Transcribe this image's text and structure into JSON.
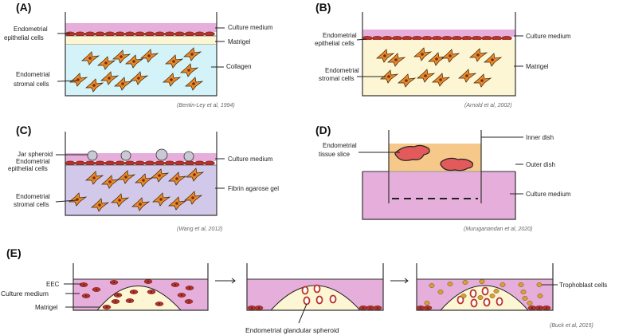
{
  "panels": {
    "a": {
      "title": "(A)",
      "labels": {
        "epithelial_1": "Endometrial",
        "epithelial_2": "epithelial cells",
        "stromal_1": "Endometrial",
        "stromal_2": "stromal cells",
        "medium": "Culture medium",
        "matrigel": "Matrigel",
        "collagen": "Collagen"
      },
      "citation": "(Bentin-Ley et al, 1994)"
    },
    "b": {
      "title": "(B)",
      "labels": {
        "epithelial_1": "Endometrial",
        "epithelial_2": "epithelial cells",
        "stromal_1": "Endometrial",
        "stromal_2": "stromal cells",
        "medium": "Culture medium",
        "matrigel": "Matrigel"
      },
      "citation": "(Arnold et al, 2002)"
    },
    "c": {
      "title": "(C)",
      "labels": {
        "spheroid": "Jar spheroid",
        "epithelial_1": "Endometrial",
        "epithelial_2": "epithelial cells",
        "stromal_1": "Endometrial",
        "stromal_2": "stromal cells",
        "medium": "Culture medium",
        "gel": "Fibrin agarose gel"
      },
      "citation": "(Wang et al, 2012)"
    },
    "d": {
      "title": "(D)",
      "labels": {
        "slice_1": "Endometrial",
        "slice_2": "tissue slice",
        "inner": "Inner dish",
        "outer": "Outer dish",
        "medium": "Culture medium"
      },
      "citation": "(Muruganandan et al, 2020)"
    },
    "e": {
      "title": "(E)",
      "labels": {
        "eec": "EEC",
        "medium": "Culture medium",
        "matrigel": "Matrigel",
        "spheroid": "Endometrial glandular spheroid",
        "trophoblast": "Trophoblast cells"
      },
      "citation": "(Buck et al, 2015)"
    }
  },
  "colors": {
    "medium": "#e6aedb",
    "matrigel": "#fdf6d4",
    "collagen": "#d3f3f8",
    "fibrin": "#d2c9ea",
    "inner_dish": "#f6c98a",
    "epithelial": "#b8322a",
    "stromal": "#e88a2a",
    "trophoblast": "#d9a030"
  }
}
